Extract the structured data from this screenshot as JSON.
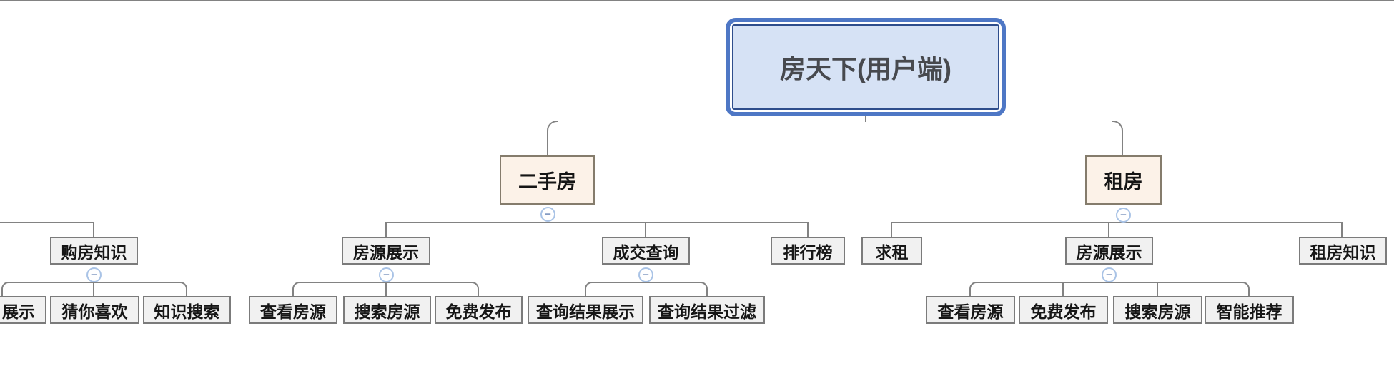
{
  "icons": {
    "collapse": "−"
  },
  "colors": {
    "root_fill": "#D6E2F5",
    "root_border_outer": "#4E77C5",
    "root_border_inner": "#2E4D8C",
    "branch_fill": "#FCF2E8",
    "branch_border": "#857C6C",
    "node_fill": "#F1F1F1",
    "node_border": "#7B7B7B",
    "connector_line": "#828282",
    "collapse_border": "#A9C3E6",
    "collapse_glyph": "#7E96C0"
  },
  "tree": {
    "root": {
      "label": "房天下(用户端)"
    },
    "clipped_branch": {
      "label": "购房知识",
      "children": [
        {
          "label": "展示"
        },
        {
          "label": "猜你喜欢"
        },
        {
          "label": "知识搜索"
        }
      ]
    },
    "branches": [
      {
        "label": "二手房",
        "children": [
          {
            "label": "房源展示",
            "children": [
              {
                "label": "查看房源"
              },
              {
                "label": "搜索房源"
              },
              {
                "label": "免费发布"
              }
            ]
          },
          {
            "label": "成交查询",
            "children": [
              {
                "label": "查询结果展示"
              },
              {
                "label": "查询结果过滤"
              }
            ]
          },
          {
            "label": "排行榜",
            "children": []
          }
        ]
      },
      {
        "label": "租房",
        "children": [
          {
            "label": "求租",
            "children": []
          },
          {
            "label": "房源展示",
            "children": [
              {
                "label": "查看房源"
              },
              {
                "label": "免费发布"
              },
              {
                "label": "搜索房源"
              },
              {
                "label": "智能推荐"
              }
            ]
          },
          {
            "label": "租房知识",
            "children": []
          }
        ]
      }
    ]
  }
}
